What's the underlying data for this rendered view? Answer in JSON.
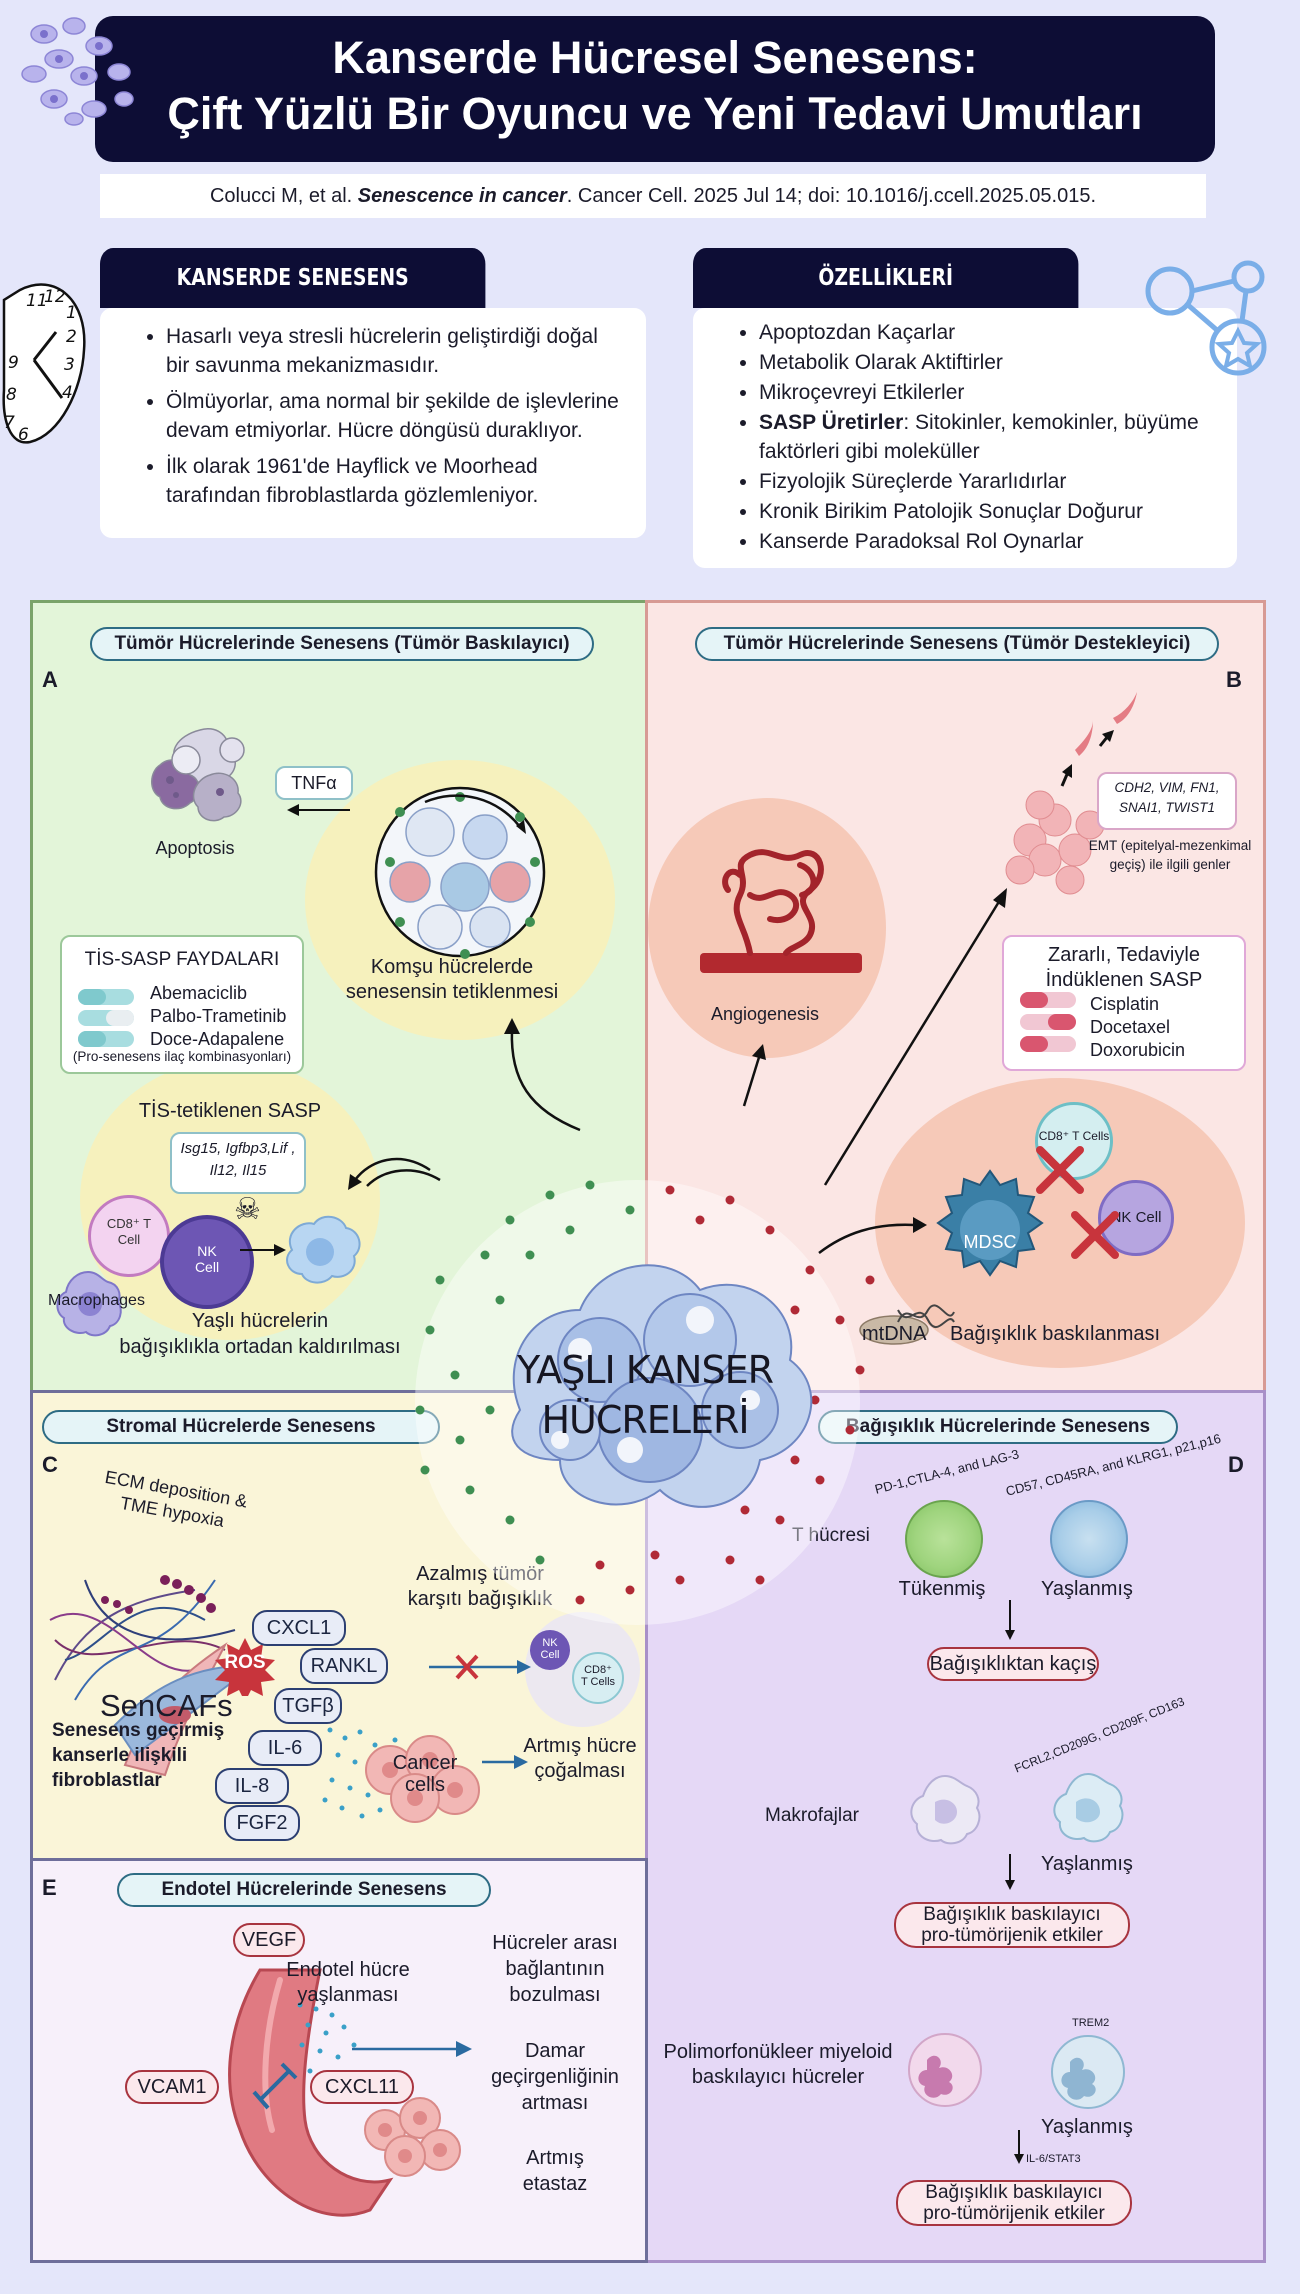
{
  "header": {
    "title_line1": "Kanserde Hücresel Senesens:",
    "title_line2": "Çift Yüzlü Bir Oyuncu ve Yeni Tedavi Umutları",
    "citation_authors": "Colucci M, et al. ",
    "citation_title": "Senescence in cancer",
    "citation_rest": ". Cancer Cell. 2025 Jul 14; doi: 10.1016/j.ccell.2025.05.015."
  },
  "senescence_box": {
    "heading": "KANSERDE SENESENS",
    "items": [
      "Hasarlı veya stresli hücrelerin geliştirdiği doğal bir savunma mekanizmasıdır.",
      "Ölmüyorlar, ama normal bir şekilde de işlevlerine devam etmiyorlar. Hücre döngüsü duraklıyor.",
      "İlk olarak 1961'de Hayflick ve Moorhead tarafından fibroblastlarda gözlemleniyor."
    ]
  },
  "features_box": {
    "heading": "ÖZELLİKLERİ",
    "items": [
      {
        "bold": "",
        "text": "Apoptozdan Kaçarlar"
      },
      {
        "bold": "",
        "text": "Metabolik Olarak Aktiftirler"
      },
      {
        "bold": "",
        "text": "Mikroçevreyi Etkilerler"
      },
      {
        "bold": "SASP Üretirler",
        "text": ": Sitokinler, kemokinler, büyüme faktörleri gibi moleküller"
      },
      {
        "bold": "",
        "text": "Fizyolojik Süreçlerde Yararlıdırlar"
      },
      {
        "bold": "",
        "text": "Kronik Birikim Patolojik Sonuçlar Doğurur"
      },
      {
        "bold": "",
        "text": "Kanserde Paradoksal Rol Oynarlar"
      }
    ]
  },
  "clock_digits": [
    "12",
    "11",
    "1",
    "2",
    "3",
    "4",
    "6",
    "7",
    "8",
    "9"
  ],
  "center_label": {
    "line1": "YAŞLI KANSER",
    "line2": "HÜCRELERİ"
  },
  "panel_a": {
    "letter": "A",
    "title": "Tümör Hücrelerinde Senesens (Tümör Baskılayıcı)",
    "tnfa": "TNFα",
    "apoptosis": "Apoptosis",
    "neighbor_1": "Komşu hücrelerde",
    "neighbor_2": "senesensin tetiklenmesi",
    "benefits_title": "TİS-SASP FAYDALARI",
    "drugs": [
      "Abemaciclib",
      "Palbo-Trametinib",
      "Doce-Adapalene"
    ],
    "drugs_note": "(Pro-senesens ilaç kombinasyonları)",
    "sasp_title": "TİS-tetiklenen SASP",
    "sasp_genes_1": "Isg15, Igfbp3,Lif ,",
    "sasp_genes_2": "Il12, Il15",
    "cd8_1": "CD8⁺ T",
    "cd8_2": "Cell",
    "nk_1": "NK",
    "nk_2": "Cell",
    "macrophages": "Macrophages",
    "clearance_1": "Yaşlı hücrelerin",
    "clearance_2": "bağışıklıkla ortadan kaldırılması",
    "skull": "☠"
  },
  "panel_b": {
    "letter": "B",
    "title": "Tümör Hücrelerinde Senesens (Tümör Destekleyici)",
    "angiogenesis": "Angiogenesis",
    "emt_genes_1": "CDH2, VIM, FN1,",
    "emt_genes_2": "SNAI1, TWIST1",
    "emt_label_1": "EMT (epitelyal-mezenkimal",
    "emt_label_2": "geçiş) ile ilgili genler",
    "harmful_1": "Zararlı, Tedaviyle",
    "harmful_2": "İndüklenen SASP",
    "harmful_drugs": [
      "Cisplatin",
      "Docetaxel",
      "Doxorubicin"
    ],
    "cd8": "CD8⁺ T Cells",
    "mdsc": "MDSC",
    "nk": "NK Cell",
    "mtdna": "mtDNA",
    "immunosuppression": "Bağışıklık baskılanması"
  },
  "panel_c": {
    "letter": "C",
    "title": "Stromal Hücrelerde Senesens",
    "ecm_1": "ECM deposition &",
    "ecm_2": "TME hypoxia",
    "ros": "ROS",
    "sencafs": "SenCAFs",
    "sencafs_desc_1": "Senesens geçirmiş",
    "sencafs_desc_2": "kanserle ilişkili",
    "sencafs_desc_3": "fibroblastlar",
    "cytokines": [
      "CXCL1",
      "RANKL",
      "TGFβ",
      "IL-6",
      "IL-8",
      "FGF2"
    ],
    "reduced_1": "Azalmış tümör",
    "reduced_2": "karşıtı bağışıklık",
    "nk_1": "NK",
    "nk_2": "Cell",
    "cd8_1": "CD8⁺",
    "cd8_2": "T Cells",
    "cancer_1": "Cancer",
    "cancer_2": "cells",
    "growth_1": "Artmış hücre",
    "growth_2": "çoğalması"
  },
  "panel_d": {
    "letter": "D",
    "title": "Bağışıklık Hücrelerinde Senesens",
    "t_cell": "T hücresi",
    "exhausted_markers": "PD-1,CTLA-4, and LAG-3",
    "aged_markers": "CD57, CD45RA, and KLRG1, p21,p16",
    "exhausted": "Tükenmiş",
    "aged": "Yaşlanmış",
    "escape": "Bağışıklıktan kaçış",
    "macrophages": "Makrofajlar",
    "mac_markers": "FCRL2,CD209G, CD209F, CD163",
    "mac_aged": "Yaşlanmış",
    "mac_effect_1": "Bağışıklık baskılayıcı",
    "mac_effect_2": "pro-tümörijenik etkiler",
    "pmn_1": "Polimorfonükleer miyeloid",
    "pmn_2": "baskılayıcı hücreler",
    "trem2": "TREM2",
    "pmn_aged": "Yaşlanmış",
    "il6": "IL-6/STAT3",
    "pmn_effect_1": "Bağışıklık baskılayıcı",
    "pmn_effect_2": "pro-tümörijenik etkiler"
  },
  "panel_e": {
    "letter": "E",
    "title": "Endotel Hücrelerinde Senesens",
    "vegf": "VEGF",
    "aging_1": "Endotel hücre",
    "aging_2": "yaşlanması",
    "vcam1": "VCAM1",
    "cxcl11": "CXCL11",
    "effect1_1": "Hücreler arası",
    "effect1_2": "bağlantının",
    "effect1_3": "bozulması",
    "effect2_1": "Damar",
    "effect2_2": "geçirgenliğinin",
    "effect2_3": "artması",
    "effect3_1": "Artmış",
    "effect3_2": "etastaz"
  }
}
